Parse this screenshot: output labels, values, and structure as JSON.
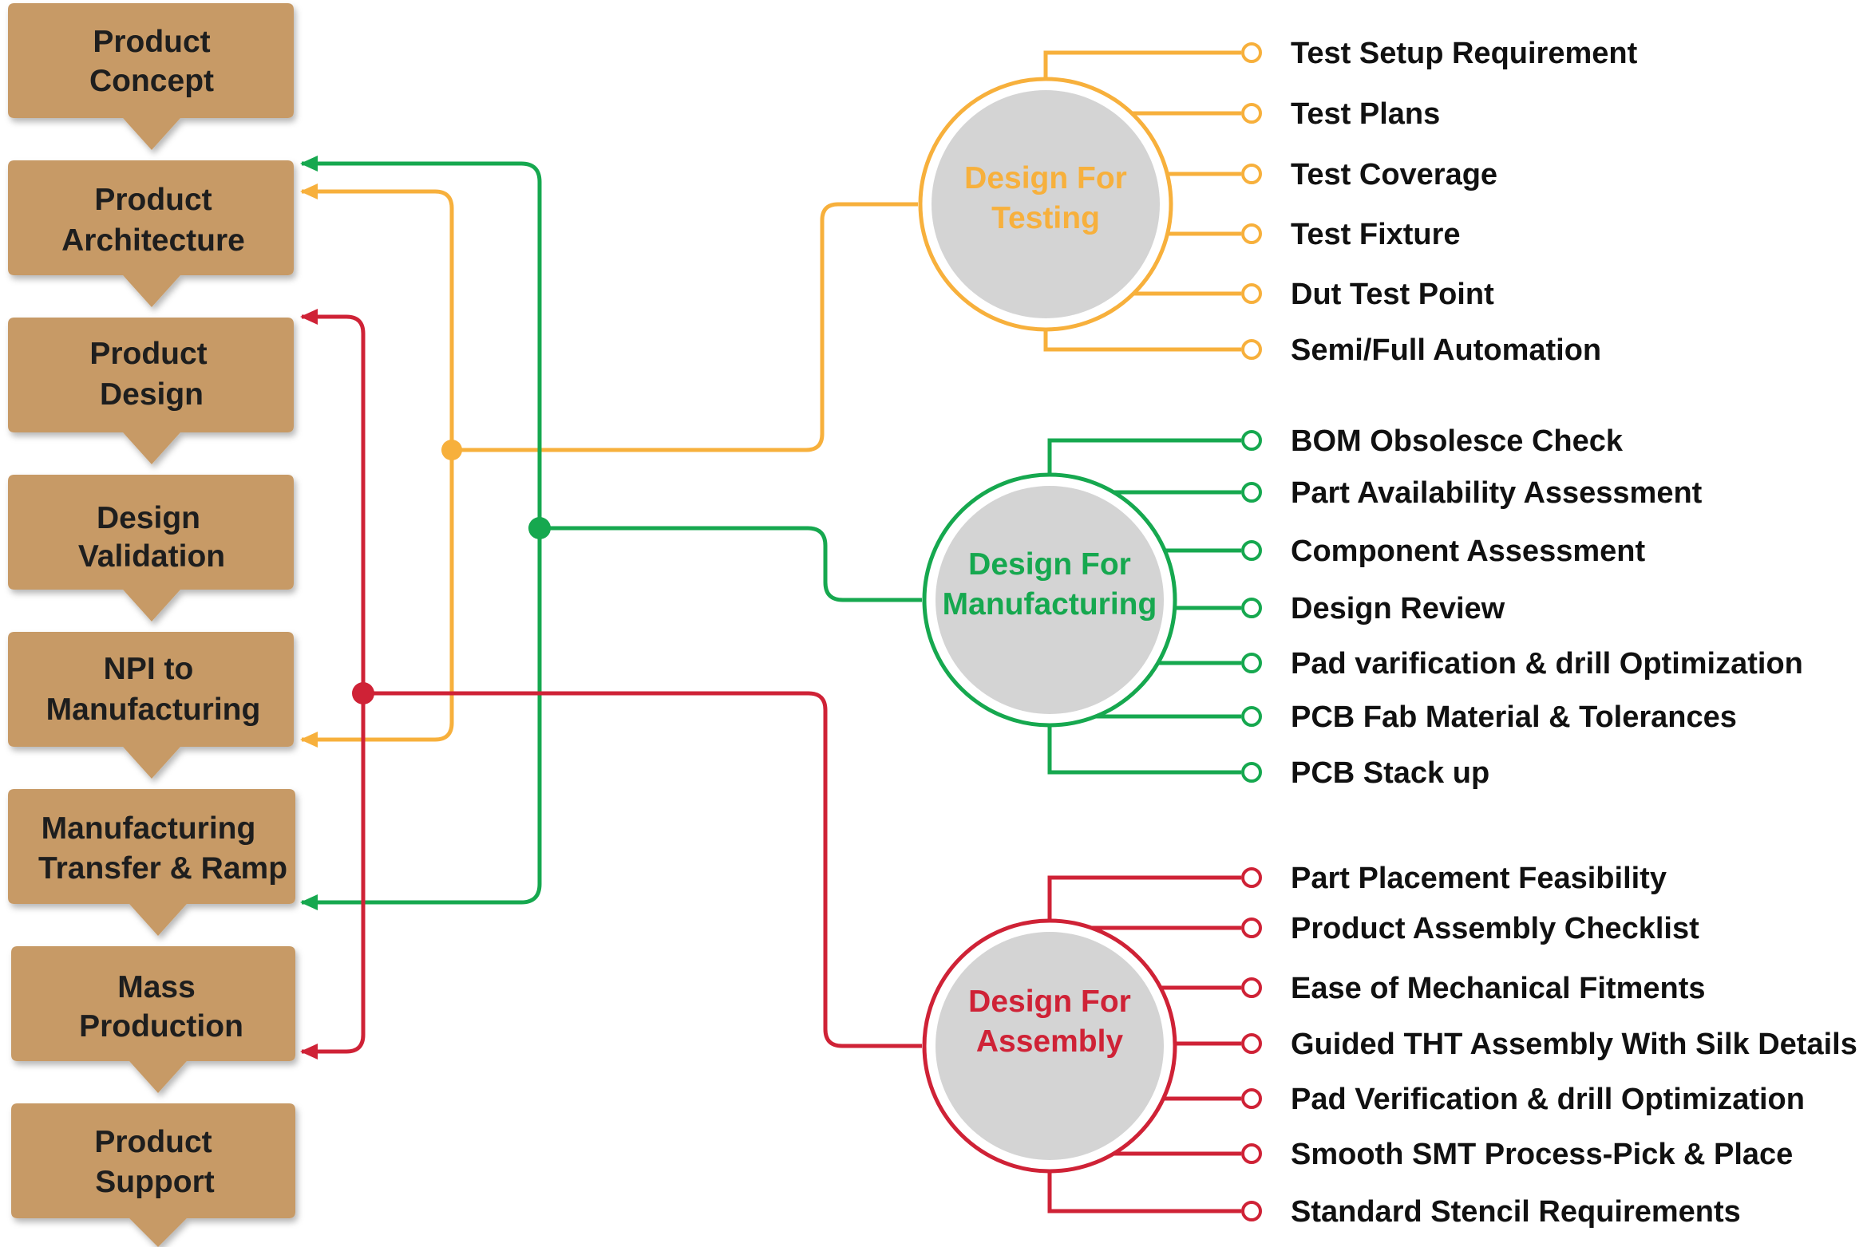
{
  "stages": [
    {
      "line1": "Product",
      "line2": "Concept"
    },
    {
      "line1": "Product",
      "line2": "Architecture"
    },
    {
      "line1": "Product",
      "line2": "Design"
    },
    {
      "line1": "Design",
      "line2": "Validation"
    },
    {
      "line1": "NPI to",
      "line2": "Manufacturing"
    },
    {
      "line1": "Manufacturing",
      "line2": "Transfer & Ramp"
    },
    {
      "line1": "Mass",
      "line2": "Production"
    },
    {
      "line1": "Product",
      "line2": "Support"
    }
  ],
  "groups": [
    {
      "id": "testing",
      "line1": "Design For",
      "line2": "Testing",
      "color": "#F7B03C",
      "items": [
        "Test Setup Requirement",
        "Test Plans",
        "Test Coverage",
        "Test Fixture",
        "Dut Test Point",
        "Semi/Full Automation"
      ]
    },
    {
      "id": "manufacturing",
      "line1": "Design For",
      "line2": "Manufacturing",
      "color": "#16A84F",
      "items": [
        "BOM Obsolesce Check",
        "Part Availability Assessment",
        "Component Assessment",
        "Design Review",
        "Pad varification & drill Optimization",
        "PCB Fab Material & Tolerances",
        "PCB Stack up"
      ]
    },
    {
      "id": "assembly",
      "line1": "Design For",
      "line2": "Assembly",
      "color": "#CF2236",
      "items": [
        "Part Placement Feasibility",
        "Product Assembly Checklist",
        "Ease of Mechanical Fitments",
        "Guided THT Assembly With Silk Details",
        "Pad Verification & drill Optimization",
        "Smooth SMT Process-Pick & Place",
        "Standard Stencil Requirements"
      ]
    }
  ],
  "colors": {
    "box_fill": "#C79A66",
    "circle_fill": "#D4D4D4"
  }
}
